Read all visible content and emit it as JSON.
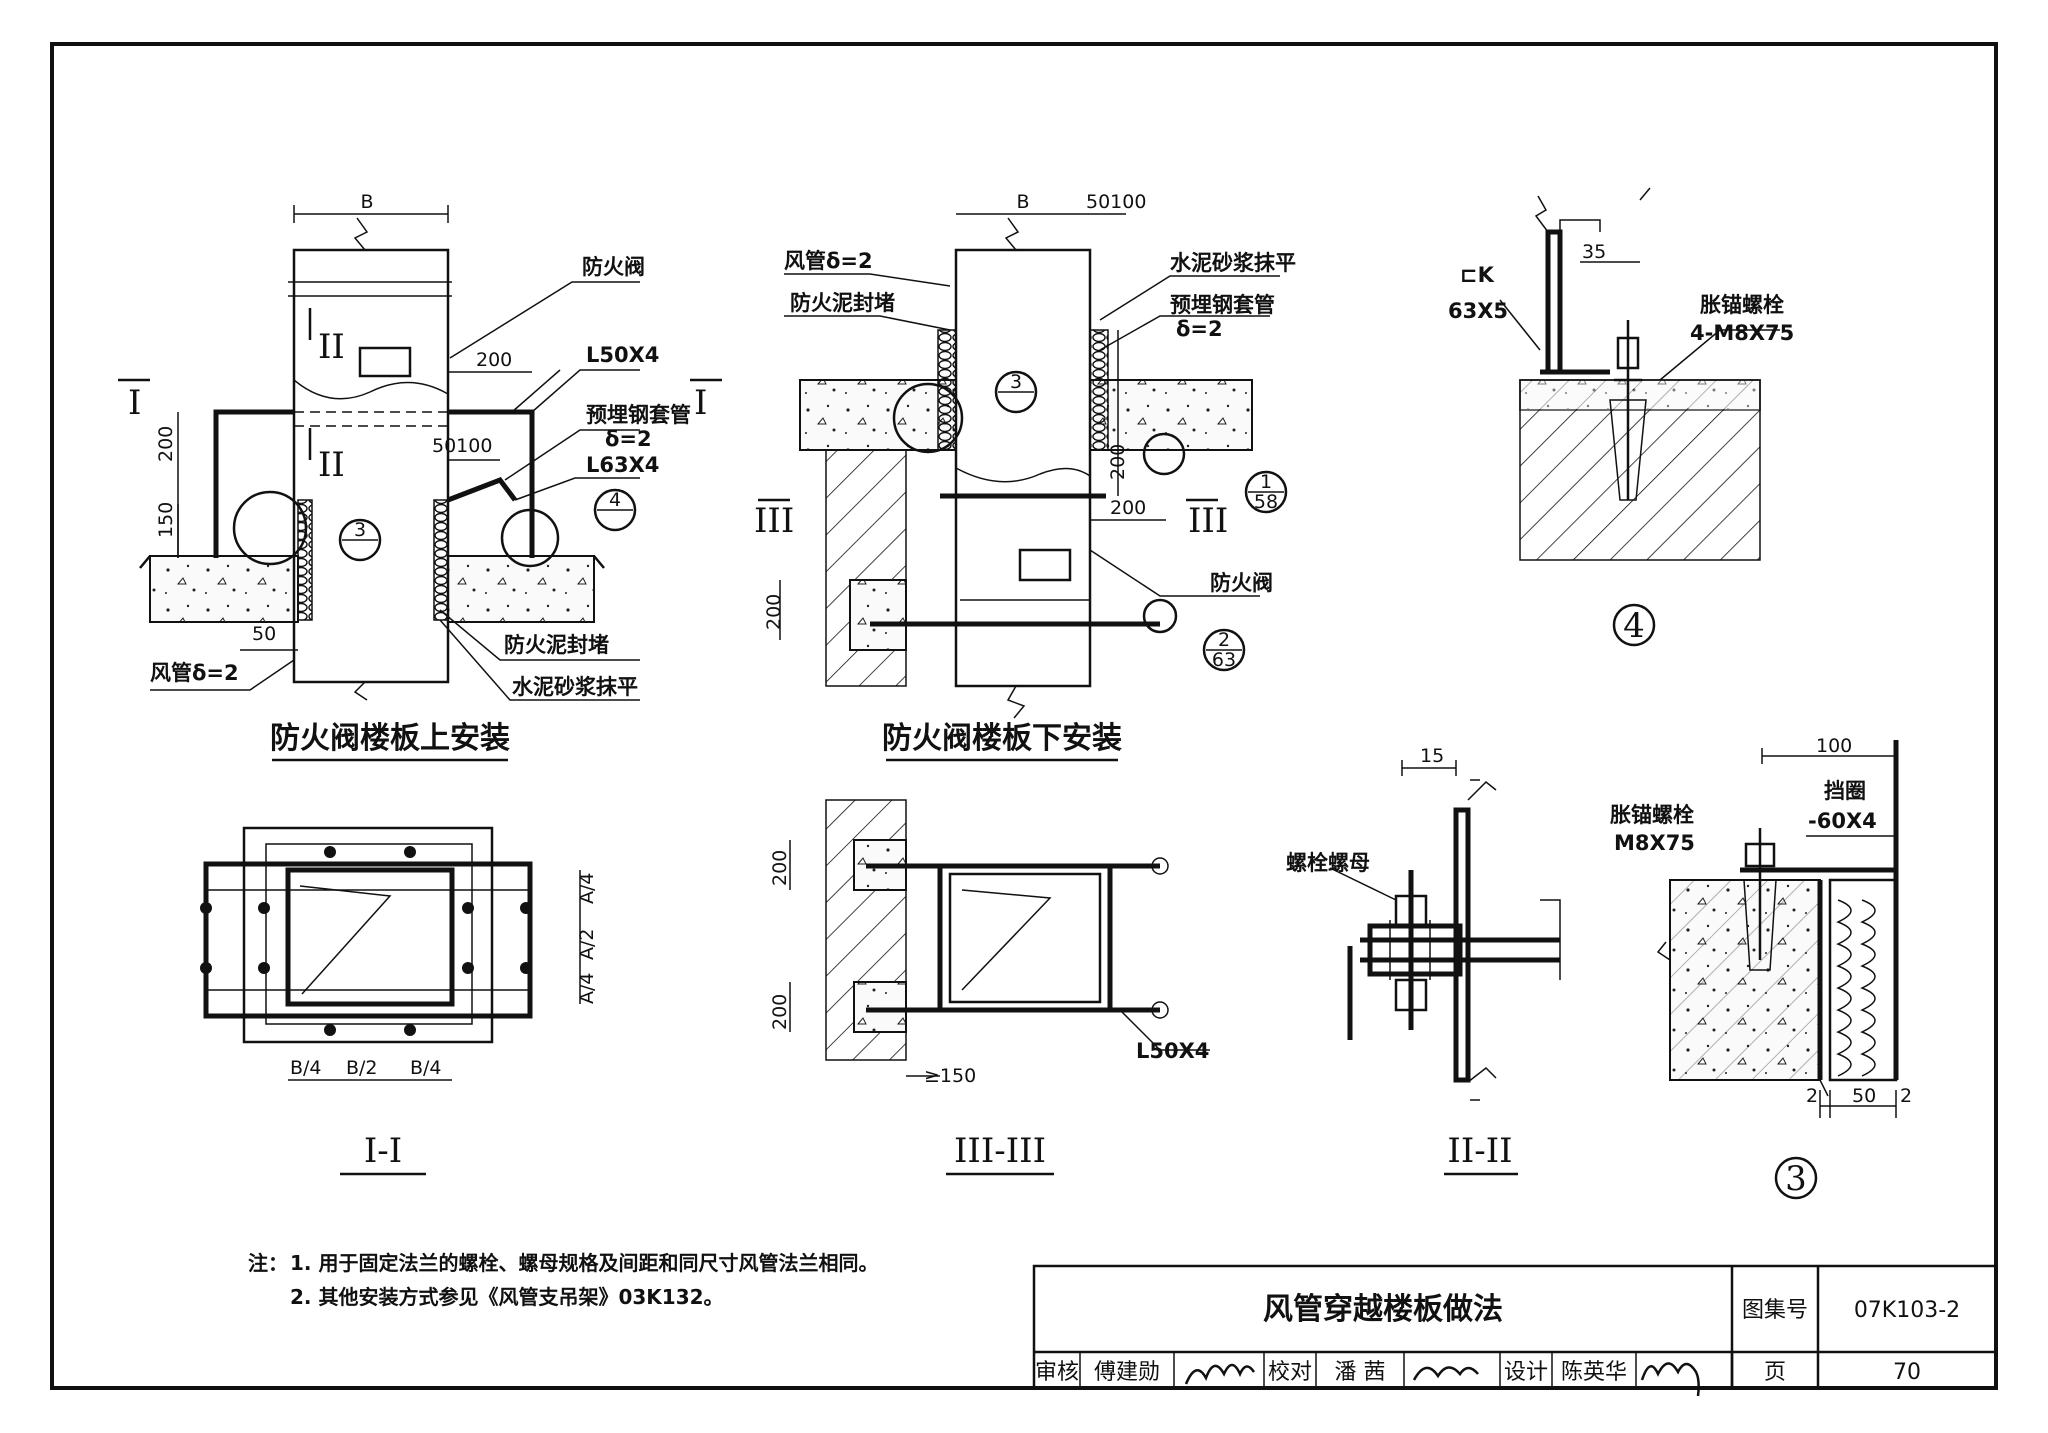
{
  "drawing": {
    "fig1": {
      "caption": "防火阀楼板上安装",
      "labels": {
        "valve": "防火阀",
        "angle_top": "L50X4",
        "sleeve": "预埋钢套管",
        "sleeve_delta": "δ=2",
        "angle_bottom": "L63X4",
        "seal": "防火泥封堵",
        "mortar": "水泥砂浆抹平",
        "duct": "风管δ=2"
      },
      "dims": {
        "b": "B",
        "d200a": "200",
        "d50100": "50100",
        "d200v": "200",
        "d150": "150",
        "d50": "50"
      },
      "marks": {
        "sec1_left": "I",
        "sec1_right": "I",
        "sec2_upper": "II",
        "sec2_lower": "II",
        "detail3": "3",
        "detail4": "4"
      }
    },
    "fig2": {
      "caption": "防火阀楼板下安装",
      "labels": {
        "duct": "风管δ=2",
        "seal": "防火泥封堵",
        "mortar": "水泥砂浆抹平",
        "sleeve": "预埋钢套管",
        "sleeve_delta": "δ=2",
        "valve": "防火阀"
      },
      "dims": {
        "b": "B",
        "d50100": "50100",
        "d200v": "200",
        "d200h": "200",
        "d200low": "200"
      },
      "marks": {
        "sec3_left": "III",
        "sec3_right": "III",
        "detail3": "3",
        "ref1_top": "1",
        "ref1_bottom": "58",
        "ref2_top": "2",
        "ref2_bottom": "63"
      }
    },
    "fig4": {
      "number": "4",
      "labels": {
        "angle_type": "⊏K",
        "angle_size": "63X5",
        "bolt": "胀锚螺栓",
        "bolt_spec": "4-M8X75"
      },
      "dims": {
        "d35": "35"
      }
    },
    "sec_I": {
      "caption": "I-I",
      "dims": {
        "a4top": "A/4",
        "a2": "A/2",
        "a4bot": "A/4",
        "b4left": "B/4",
        "b2": "B/2",
        "b4right": "B/4"
      }
    },
    "sec_III": {
      "caption": "III-III",
      "labels": {
        "angle": "L50X4"
      },
      "dims": {
        "d200a": "200",
        "d200b": "200",
        "d150": "≥150"
      }
    },
    "sec_II": {
      "caption": "II-II",
      "labels": {
        "bolt_nut": "螺栓螺母"
      },
      "dims": {
        "d15": "15"
      }
    },
    "fig3": {
      "number": "3",
      "labels": {
        "bolt": "胀锚螺栓",
        "bolt_spec": "M8X75",
        "ring": "挡圈",
        "ring_spec": "-60X4"
      },
      "dims": {
        "d100": "100",
        "d2a": "2",
        "d50": "50",
        "d2b": "2"
      }
    }
  },
  "notes": {
    "prefix": "注：",
    "items": [
      "1. 用于固定法兰的螺栓、螺母规格及间距和同尺寸风管法兰相同。",
      "2. 其他安装方式参见《风管支吊架》03K132。"
    ]
  },
  "title_block": {
    "title": "风管穿越楼板做法",
    "atlas_label": "图集号",
    "atlas_no": "07K103-2",
    "page_label": "页",
    "page_no": "70",
    "review_label": "审核",
    "reviewer": "傅建勋",
    "check_label": "校对",
    "checker": "潘 茜",
    "design_label": "设计",
    "designer": "陈英华"
  }
}
